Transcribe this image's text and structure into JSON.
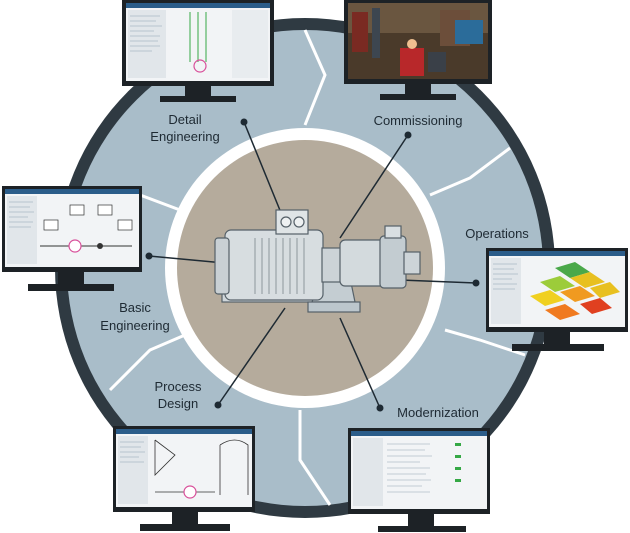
{
  "phases": {
    "detail_engineering": [
      "Detail",
      "Engineering"
    ],
    "commissioning": [
      "Commissioning"
    ],
    "operations": [
      "Operations"
    ],
    "basic_engineering": [
      "Basic",
      "Engineering"
    ],
    "process_design": [
      "Process",
      "Design"
    ],
    "modernization": [
      "Modernization"
    ]
  },
  "colors": {
    "outer_ring": "#2f3a42",
    "arrow_fill": "#a9bdc9",
    "arrow_edge": "#ffffff",
    "inner_ring": "#ffffff",
    "center_disc": "#b5ab9c",
    "monitor_frame": "#1d2226",
    "screen_bg": "#f2f4f6",
    "screen_title": "#2b5d8a",
    "accent_pink": "#d84f9a",
    "accent_green": "#35a845"
  },
  "icons": {
    "center": "electric-motor-pump-icon",
    "monitors": [
      "detail-engineering-screen",
      "commissioning-3d-screen",
      "basic-engineering-screen",
      "operations-heatmap-screen",
      "process-design-screen",
      "modernization-screen"
    ]
  }
}
